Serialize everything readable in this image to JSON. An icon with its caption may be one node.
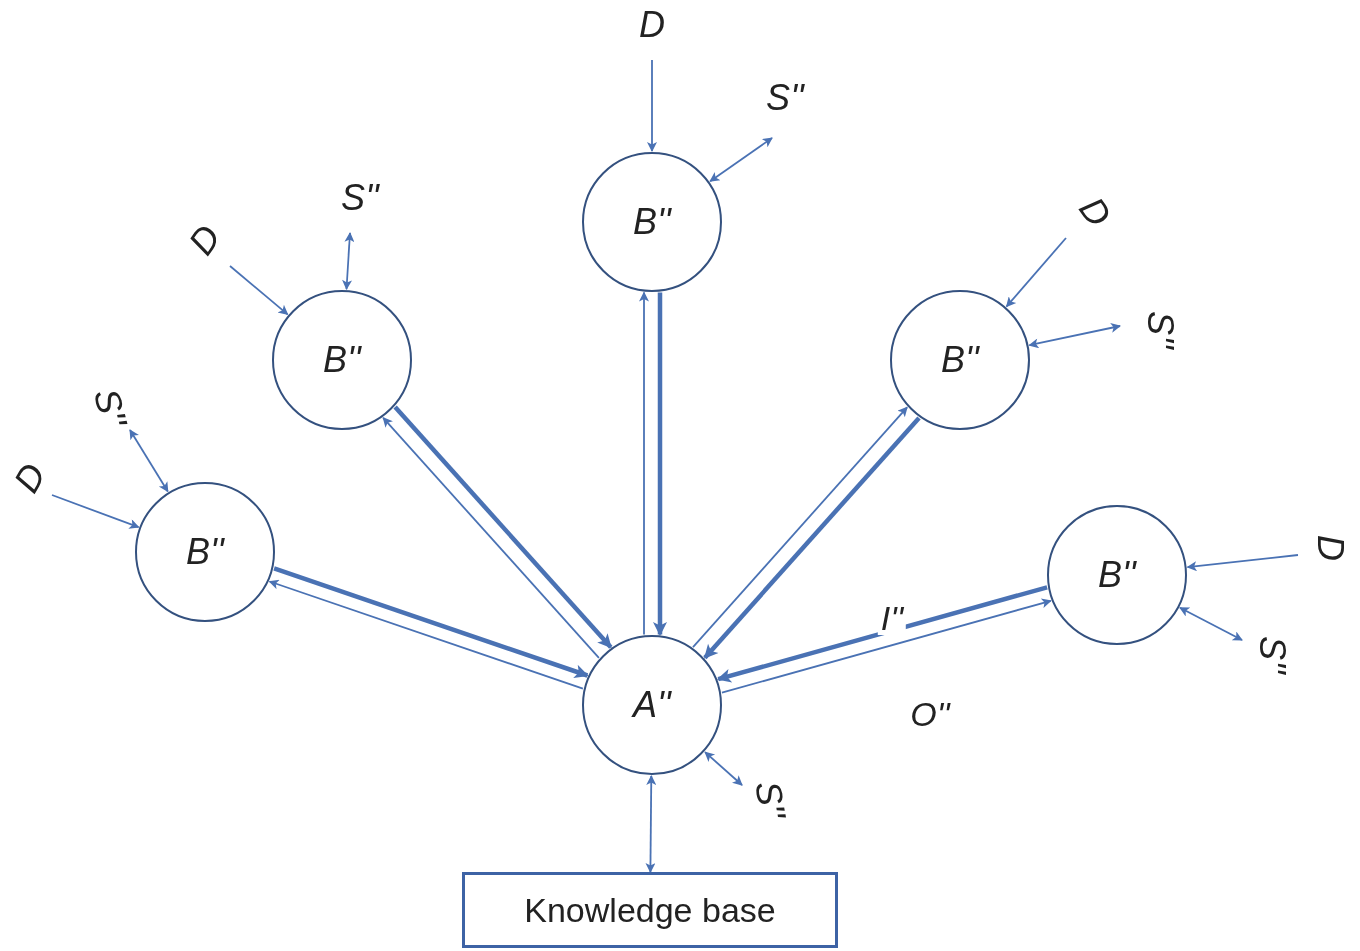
{
  "diagram": {
    "nodes": [
      {
        "text": [
          "D"
        ]
      },
      {
        "text": [
          "S''"
        ]
      },
      {
        "text": [
          "B''"
        ]
      },
      {
        "text": [
          "S''"
        ]
      },
      {
        "text": [
          "D"
        ]
      },
      {
        "text": [
          "B''"
        ]
      },
      {
        "text": [
          "D"
        ]
      },
      {
        "text": [
          "S''"
        ]
      },
      {
        "text": [
          "B''"
        ]
      },
      {
        "text": [
          "S''"
        ]
      },
      {
        "text": [
          "D"
        ]
      },
      {
        "text": [
          "B''"
        ]
      },
      {
        "text": [
          "B''"
        ]
      },
      {
        "text": [
          "D"
        ]
      },
      {
        "text": [
          "S''"
        ]
      },
      {
        "text": [
          "A''"
        ]
      },
      {
        "text": [
          "S''"
        ]
      },
      {
        "text": [
          "Knowledge base"
        ]
      }
    ],
    "edges": [
      {
        "from": 0,
        "to": 2,
        "arrow": "to"
      },
      {
        "from": 2,
        "to": 1,
        "arrow": "both"
      },
      {
        "from": 4,
        "to": 5,
        "arrow": "to"
      },
      {
        "from": 5,
        "to": 3,
        "arrow": "both"
      },
      {
        "from": 6,
        "to": 8,
        "arrow": "to"
      },
      {
        "from": 8,
        "to": 7,
        "arrow": "both"
      },
      {
        "from": 10,
        "to": 11,
        "arrow": "to"
      },
      {
        "from": 11,
        "to": 9,
        "arrow": "both"
      },
      {
        "from": 13,
        "to": 12,
        "arrow": "to"
      },
      {
        "from": 12,
        "to": 14,
        "arrow": "both"
      },
      {
        "from": 2,
        "to": 15,
        "arrow": "to",
        "style": "thick"
      },
      {
        "from": 15,
        "to": 2,
        "arrow": "to"
      },
      {
        "from": 5,
        "to": 15,
        "arrow": "to",
        "style": "thick"
      },
      {
        "from": 15,
        "to": 5,
        "arrow": "to"
      },
      {
        "from": 8,
        "to": 15,
        "arrow": "to",
        "style": "thick"
      },
      {
        "from": 15,
        "to": 8,
        "arrow": "to"
      },
      {
        "from": 11,
        "to": 15,
        "arrow": "to",
        "style": "thick"
      },
      {
        "from": 15,
        "to": 11,
        "arrow": "to"
      },
      {
        "from": 12,
        "to": 15,
        "arrow": "to",
        "style": "thick",
        "label": "I''"
      },
      {
        "from": 15,
        "to": 12,
        "arrow": "to",
        "label": "O''"
      },
      {
        "from": 15,
        "to": 16,
        "arrow": "both"
      },
      {
        "from": 15,
        "to": 17,
        "arrow": "both"
      }
    ]
  }
}
